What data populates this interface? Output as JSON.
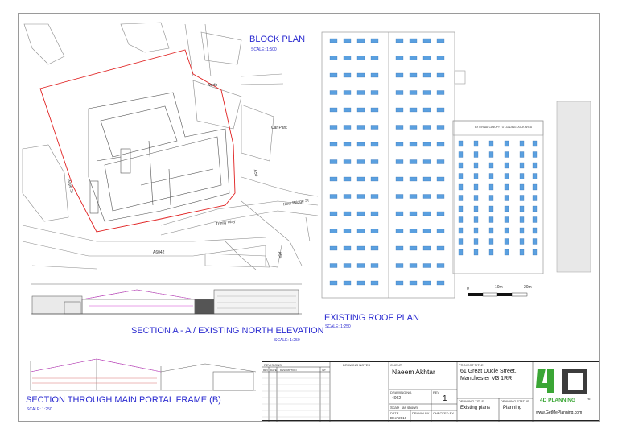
{
  "block_plan": {
    "title": "BLOCK PLAN",
    "scale": "SCALE: 1:500",
    "labels": {
      "north": "North",
      "car_park": "Car Park",
      "a56_upper": "A56",
      "a56_lower": "A56",
      "new_bridge_st": "New Bridge St",
      "trinity_way": "Trinity Way",
      "a6042": "A6042",
      "hope_st": "Hope St"
    }
  },
  "roof_plan": {
    "title": "EXISTING ROOF PLAN",
    "scale": "SCALE: 1:250",
    "scale_bar": [
      "0",
      "10m",
      "20m"
    ],
    "annex_note": "EXTERNAL CANOPY TO LOADING DOCK AREA"
  },
  "section_a": {
    "title": "SECTION A - A / EXISTING NORTH ELEVATION",
    "scale": "SCALE: 1:250"
  },
  "section_b": {
    "title": "SECTION THROUGH MAIN PORTAL FRAME (B)",
    "scale": "SCALE: 1:250"
  },
  "title_block": {
    "revisions_label": "REVISIONS",
    "rev_headers": [
      "REV",
      "DATE",
      "DESCRIPTION",
      "INT"
    ],
    "drawing_notes_label": "DRAWING NOTES",
    "client_label": "CLIENT",
    "client": "Naeem Akhtar",
    "project_title_label": "PROJECT TITLE",
    "project_line1": "61 Great Ducie Street,",
    "project_line2": "Manchester M3 1RR",
    "drawing_no_label": "DRAWING NO.",
    "drawing_no": "4062",
    "rev_label": "REV",
    "rev": "1",
    "scale_label": "Scale",
    "scale_value": "as shown",
    "date_label": "DATE",
    "date": "Dec' 2016",
    "drawn_by_label": "DRAWN BY",
    "checked_by_label": "CHECKED BY",
    "drawing_title_label": "DRAWING TITLE",
    "drawing_title": "Existing plans",
    "drawing_status_label": "DRAWING STATUS",
    "drawing_status": "Planning",
    "company": "4D PLANNING",
    "trademark": "TM",
    "website": "www.GetMePlanning.com",
    "colors": {
      "green": "#3aa635",
      "dark": "#3c3c3c",
      "red": "#e02020",
      "blue": "#2a2ad0"
    }
  }
}
